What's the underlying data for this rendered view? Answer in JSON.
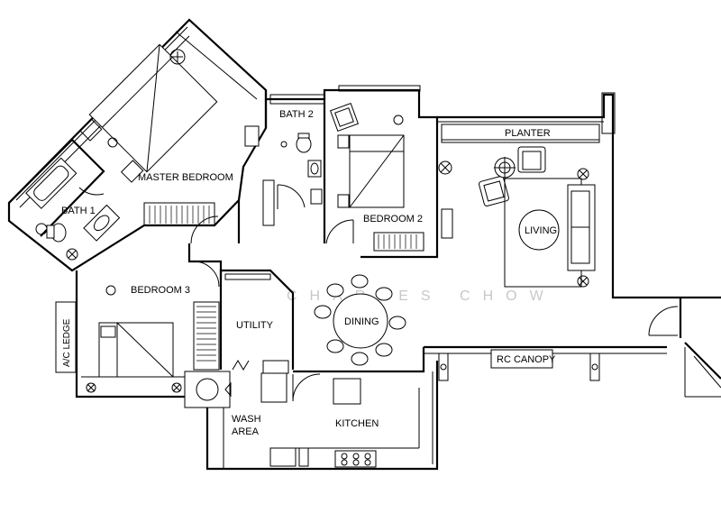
{
  "rooms": {
    "master_bedroom": "MASTER BEDROOM",
    "bath1": "BATH 1",
    "bath2": "BATH 2",
    "bedroom2": "BEDROOM 2",
    "bedroom3": "BEDROOM 3",
    "living": "LIVING",
    "dining": "DINING",
    "utility": "UTILITY",
    "wash_area_line1": "WASH",
    "wash_area_line2": "AREA",
    "kitchen": "KITCHEN",
    "planter": "PLANTER",
    "rc_canopy": "RC CANOPY",
    "ac_ledge": "A/C LEDGE"
  },
  "watermark": "CHARLES CHOW"
}
